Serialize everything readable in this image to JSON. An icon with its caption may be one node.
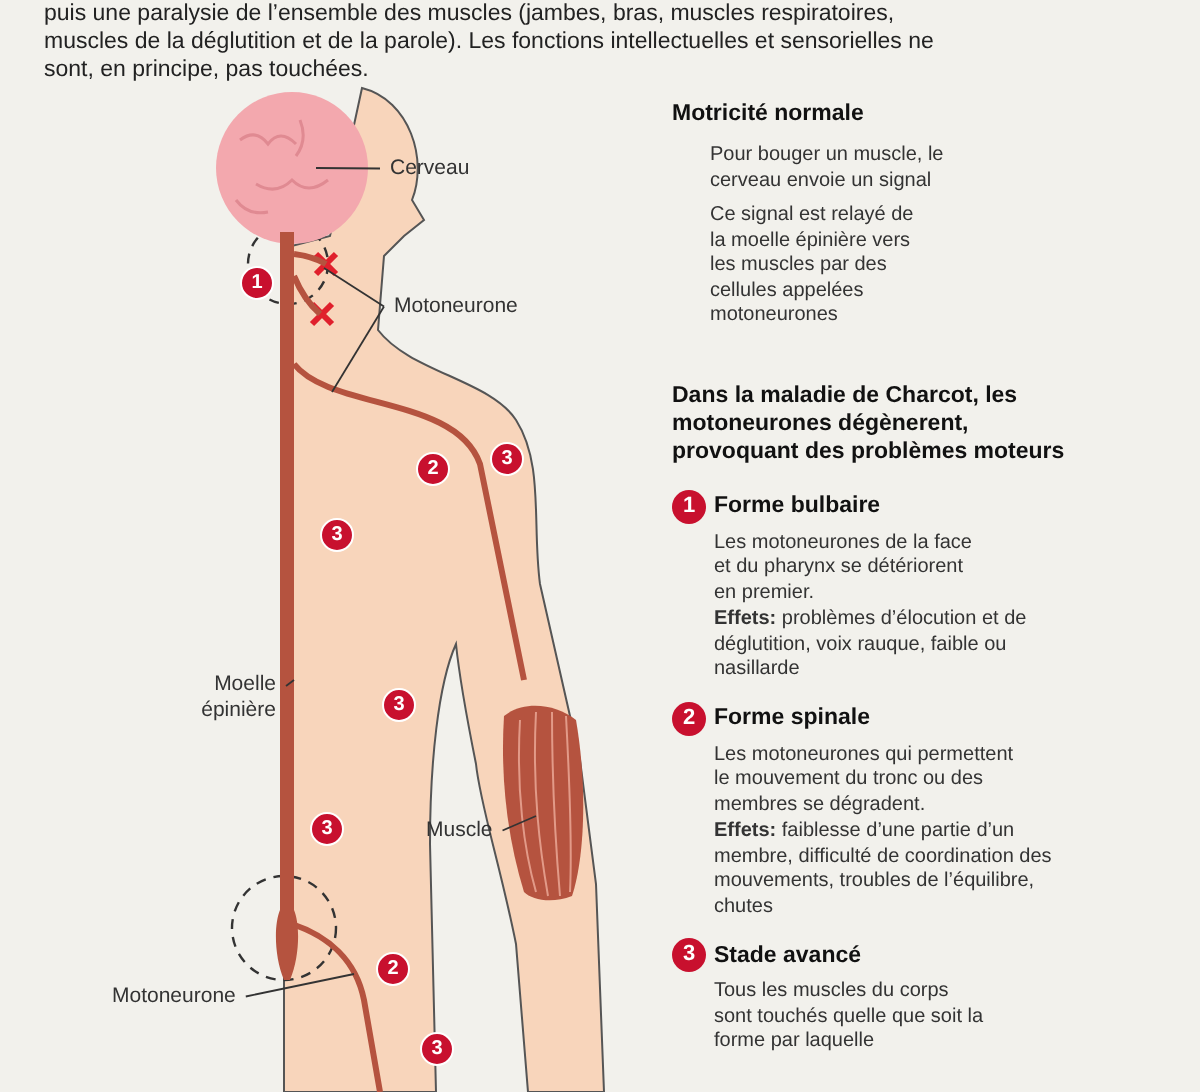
{
  "diagram": {
    "nodes": [
      {
        "text": [
          "Cerveau"
        ]
      },
      {
        "text": [],
        "shape": "picture"
      },
      {
        "text": [
          "Motoneurone"
        ]
      },
      {
        "text": [],
        "shape": "picture"
      },
      {
        "text": [],
        "shape": "picture"
      },
      {
        "text": [
          "Moelle épinière"
        ]
      },
      {
        "text": [],
        "shape": "picture"
      },
      {
        "text": [
          "Muscle"
        ]
      },
      {
        "text": [],
        "shape": "picture"
      },
      {
        "text": [
          "Motoneurone"
        ]
      },
      {
        "text": [],
        "shape": "picture"
      }
    ],
    "edges": [
      {
        "from": 0,
        "to": 1,
        "arrow": "none"
      },
      {
        "from": 2,
        "to": 3,
        "arrow": "none"
      },
      {
        "from": 2,
        "to": 4,
        "arrow": "none"
      },
      {
        "from": 5,
        "to": 6,
        "arrow": "none"
      },
      {
        "from": 7,
        "to": 8,
        "arrow": "none"
      },
      {
        "from": 9,
        "to": 10,
        "arrow": "none"
      }
    ],
    "labels": [
      "puis une paralysie de l’ensemble des muscles (jambes, bras, muscles respiratoires, muscles de la déglutition et de la parole). Les fonctions intellectuelles et sensorielles ne sont, en principe, pas touchées.",
      "1",
      "2",
      "3",
      "3",
      "3",
      "3",
      "2",
      "3",
      "Motricité normale",
      "Pour bouger un muscle, le cerveau envoie un signal",
      "Ce signal est relayé de la moelle épinière vers les muscles par des cellules appelées motoneurones",
      "Dans la maladie de Charcot, les motoneurones dégènerent, provoquant des problèmes moteurs",
      "1",
      "Forme bulbaire",
      "Les motoneurones de la face et du pharynx se détériorent en premier.",
      "**Effets:** problèmes d’élocution et de déglutition, voix rauque, faible ou nasillarde",
      "2",
      "Forme spinale",
      "Les motoneurones qui permettent le mouvement du tronc ou des membres se dégradent.",
      "**Effets:** faiblesse d’une partie d’un membre, difficulté de coordination des mouvements, troubles de l’équilibre, chutes",
      "3",
      "Stade avancé",
      "Tous les muscles du corps sont touchés quelle que soit la forme par laquelle"
    ]
  }
}
